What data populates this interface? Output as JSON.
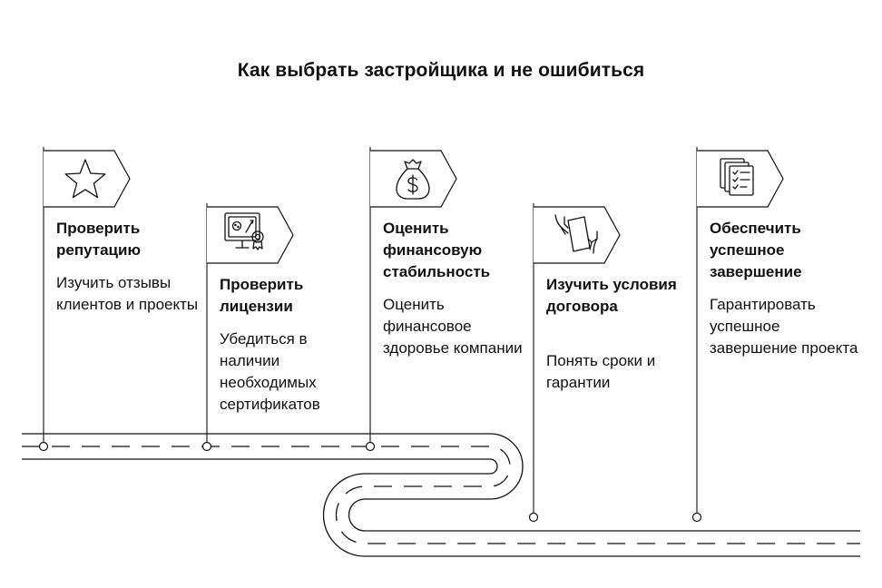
{
  "title": "Как выбрать застройщика и не ошибиться",
  "steps": [
    {
      "title": "Проверить репутацию",
      "description": "Изучить отзывы клиентов и проекты",
      "icon": "star-icon"
    },
    {
      "title": "Проверить лицензии",
      "description": "Убедиться в наличии необходимых сертификатов",
      "icon": "certificate-icon"
    },
    {
      "title": "Оценить финансовую стабильность",
      "description": "Оценить финансовое здоровье компании",
      "icon": "money-bag-icon"
    },
    {
      "title": "Изучить условия договора",
      "description": "Понять сроки и гарантии",
      "icon": "contract-icon"
    },
    {
      "title": "Обеспечить успешное завершение",
      "description": "Гарантировать успешное завершение проекта",
      "icon": "checklist-icon"
    }
  ]
}
